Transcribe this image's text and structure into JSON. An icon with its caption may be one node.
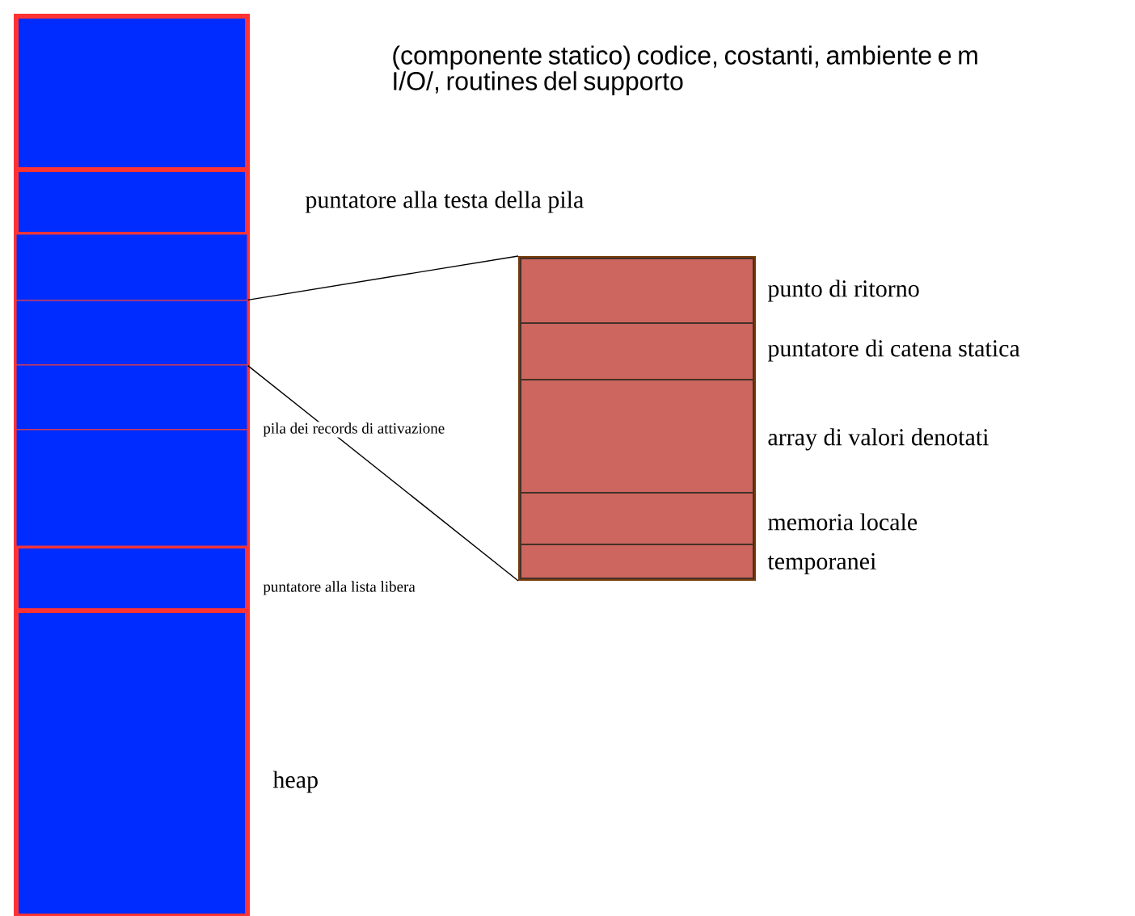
{
  "diagram": {
    "nodes": [
      {
        "text": [],
        "shape": "box"
      },
      {
        "text": [],
        "shape": "box",
        "beside": [
          "puntatore alla testa della pila"
        ]
      },
      {
        "text": [],
        "shape": "box",
        "beside": [
          "pila dei records di attivazione"
        ]
      },
      {
        "text": [],
        "shape": "box",
        "in": 2
      },
      {
        "text": [],
        "shape": "box",
        "in": 2
      },
      {
        "text": [],
        "shape": "box",
        "in": 2
      },
      {
        "text": [],
        "shape": "box",
        "in": 2
      },
      {
        "text": [],
        "shape": "box",
        "beside": [
          "puntatore alla lista libera"
        ]
      },
      {
        "text": [],
        "shape": "box",
        "beside": [
          "heap"
        ]
      },
      {
        "text": [],
        "shape": "box"
      },
      {
        "text": [],
        "shape": "box",
        "in": 9,
        "beside": [
          "punto di ritorno"
        ]
      },
      {
        "text": [],
        "shape": "box",
        "in": 9,
        "beside": [
          "puntatore di catena statica"
        ]
      },
      {
        "text": [],
        "shape": "box",
        "in": 9,
        "beside": [
          "array di valori denotati"
        ]
      },
      {
        "text": [],
        "shape": "box",
        "in": 9,
        "beside": [
          "memoria locale"
        ]
      },
      {
        "text": [],
        "shape": "box",
        "in": 9,
        "beside": [
          "temporanei"
        ]
      }
    ],
    "edges": [
      {
        "from": 4,
        "to": 9,
        "arrow": "none"
      },
      {
        "from": 4,
        "to": 9,
        "arrow": "none"
      }
    ],
    "labels": [
      "(componente statico) codice, costanti, ambiente e m I/O/, routines del supporto"
    ]
  }
}
